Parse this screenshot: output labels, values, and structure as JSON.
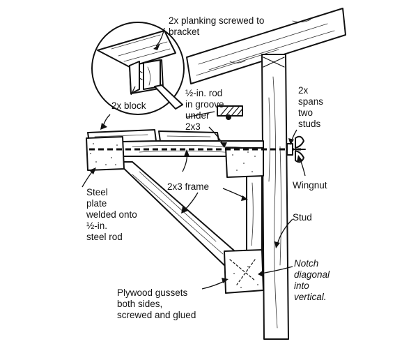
{
  "labels": {
    "planking": [
      "2x planking screwed to",
      "bracket"
    ],
    "block": "2x block",
    "rod_groove": [
      "½-in. rod",
      "in groove",
      "under",
      "2x3"
    ],
    "spans": [
      "2x",
      "spans",
      "two",
      "studs"
    ],
    "frame": "2x3 frame",
    "wingnut": "Wingnut",
    "steel_plate": [
      "Steel",
      "plate",
      "welded onto",
      "½-in.",
      "steel rod"
    ],
    "stud": "Stud",
    "notch": [
      "Notch",
      "diagonal",
      "into",
      "vertical."
    ],
    "gussets": [
      "Plywood gussets",
      "both sides,",
      "screwed and glued"
    ]
  },
  "colors": {
    "ink": "#111111",
    "paper": "#ffffff"
  }
}
